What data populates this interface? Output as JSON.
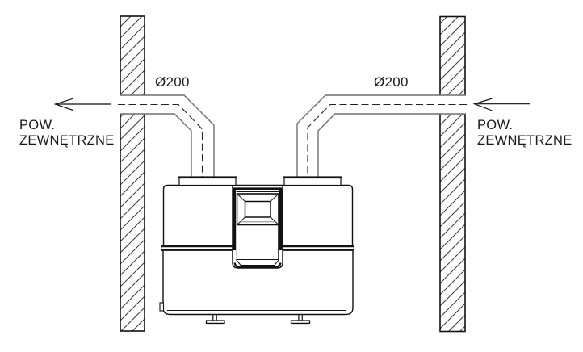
{
  "diagram": {
    "colors": {
      "background": "#ffffff",
      "outline": "#111111",
      "duct_line": "#6f6f6f",
      "centerline": "#222222",
      "hatch": "#3c3c3c"
    },
    "labels": {
      "left_duct_diameter": "Ø200",
      "right_duct_diameter": "Ø200",
      "left_flow": {
        "line1": "POW.",
        "line2": "ZEWNĘTRZNE"
      },
      "right_flow": {
        "line1": "POW.",
        "line2": "ZEWNĘTRZNE"
      }
    }
  }
}
